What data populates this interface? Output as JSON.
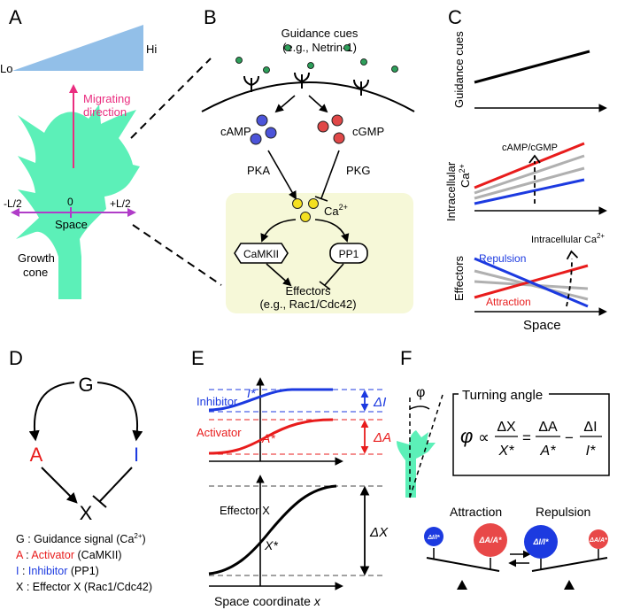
{
  "panel_letters": [
    "A",
    "B",
    "C",
    "D",
    "E",
    "F"
  ],
  "panelA": {
    "lo": "Lo",
    "hi": "Hi",
    "migrating_line1": "Migrating",
    "migrating_line2": "direction",
    "neg_label": "-L/2",
    "zero_label": "0",
    "pos_label": "+L/2",
    "space_label": "Space",
    "growth_line1": "Growth",
    "growth_line2": "cone",
    "colors": {
      "gradient": "#92bfe8",
      "cone": "#5cf0b8",
      "migrate": "#ea2d7f",
      "space_arrow": "#b03cc8"
    }
  },
  "panelB": {
    "cues_line1": "Guidance cues",
    "cues_line2": "(e.g., Netrin-1)",
    "camp": "cAMP",
    "cgmp": "cGMP",
    "pka": "PKA",
    "pkg": "PKG",
    "ca": "Ca",
    "ca_sup": "2+",
    "camkii": "CaMKII",
    "pp1": "PP1",
    "effectors_line1": "Effectors",
    "effectors_line2": "(e.g., Rac1/Cdc42)",
    "colors": {
      "ligand": "#2e9e5a",
      "camp_dot": "#4c54d9",
      "cgmp_dot": "#e04848",
      "ca_dot": "#f4e020",
      "box_bg": "#f6f8d8"
    }
  },
  "panelC": {
    "guidance_ylabel": "Guidance cues",
    "intra_ylabel_1": "Intracellular",
    "intra_ylabel_2": "Ca",
    "intra_ylabel_sup": "2+",
    "camp_cgmp": "cAMP/cGMP",
    "effectors_ylabel": "Effectors",
    "repulsion": "Repulsion",
    "attraction": "Attraction",
    "intra_ca_note": "Intracellular Ca",
    "intra_ca_sup": "2+",
    "space_xlabel": "Space",
    "colors": {
      "red": "#e81c1c",
      "blue": "#1c3ae0",
      "gray": "#b0b0b0"
    }
  },
  "panelD": {
    "g": "G",
    "a": "A",
    "i": "I",
    "x": "X",
    "legend": [
      {
        "sym": "G",
        "sep": " : ",
        "name": "Guidance signal (Ca",
        "sup": "2+",
        "tail": ")",
        "color": "#000000"
      },
      {
        "sym": "A",
        "sep": " : ",
        "name": "Activator",
        "tail": " (CaMKII)",
        "color": "#e81c1c"
      },
      {
        "sym": "I",
        "sep": " : ",
        "name": "Inhibitor",
        "tail": " (PP1)",
        "color": "#1c3ae0"
      },
      {
        "sym": "X",
        "sep": " : ",
        "name": "Effector X",
        "tail": " (Rac1/Cdc42)",
        "color": "#000000"
      }
    ]
  },
  "panelE": {
    "inhibitor": "Inhibitor",
    "i_star": "I*",
    "delta_i": "ΔI",
    "activator": "Activator",
    "a_star": "A*",
    "delta_a": "ΔA",
    "effector": "Effector X",
    "x_star": "X*",
    "delta_x": "ΔX",
    "xlabel": "Space coordinate ",
    "xlabel_var": "x"
  },
  "panelF": {
    "phi": "φ",
    "turning_angle": "Turning angle",
    "formula": {
      "phi": "φ",
      "prop": "∝",
      "dx": "ΔX",
      "xs": "X*",
      "eq": "=",
      "da": "ΔA",
      "as": "A*",
      "minus": "−",
      "di": "ΔI",
      "is": "I*"
    },
    "attraction": "Attraction",
    "repulsion": "Repulsion",
    "ball_di": "ΔI/I*",
    "ball_da": "ΔA/A*"
  }
}
